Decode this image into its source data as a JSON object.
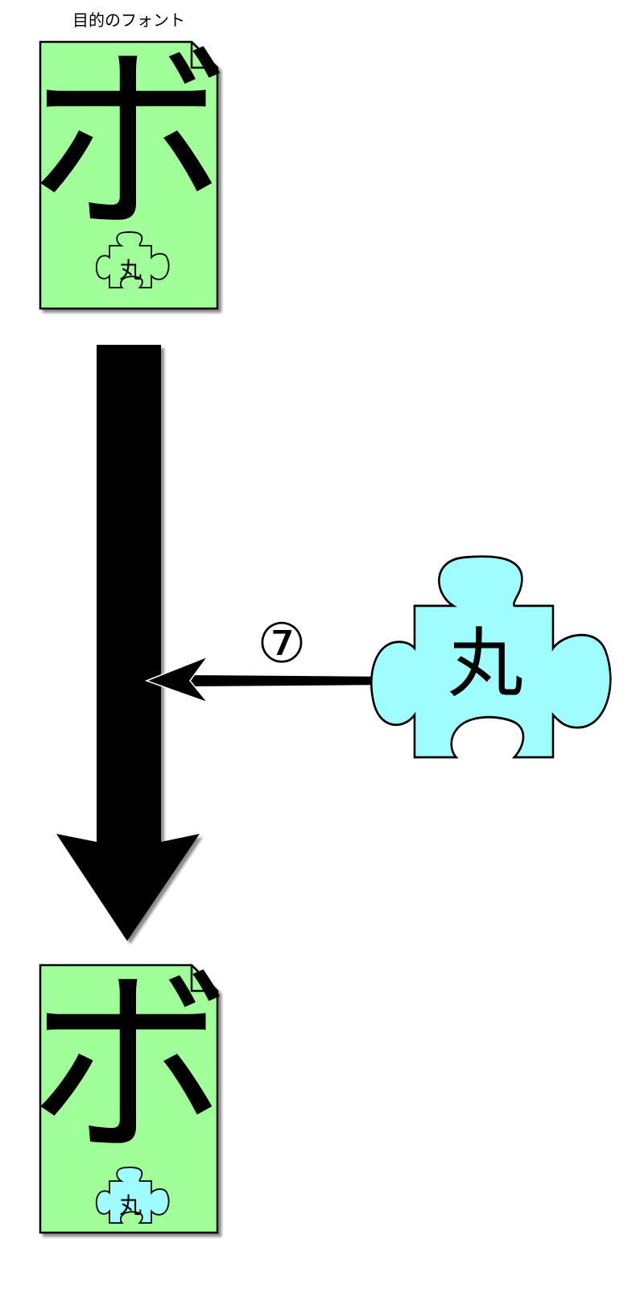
{
  "title": "目的のフォント",
  "glyph": "ボ",
  "component": "丸",
  "step": "⑦",
  "colors": {
    "page": "#a0ff98",
    "piece": "#a0fdff",
    "stroke": "#000000",
    "arrow": "#000000"
  },
  "icons": {
    "document": "font-file-icon",
    "component": "puzzle-piece-icon",
    "flow": "down-arrow-icon"
  }
}
